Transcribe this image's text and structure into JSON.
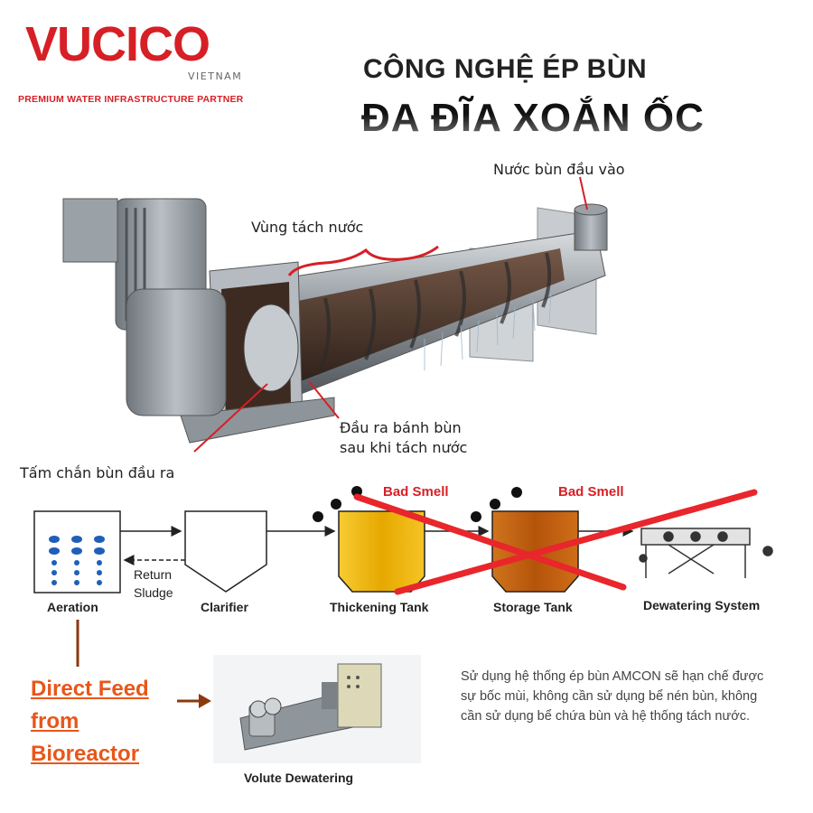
{
  "logo": {
    "brand": "VUCICO",
    "sub": "VIETNAM",
    "tagline": "PREMIUM WATER INFRASTRUCTURE PARTNER",
    "brand_color": "#d71f26"
  },
  "title": {
    "line1": "CÔNG NGHỆ ÉP BÙN",
    "line2": "ĐA ĐĨA XOẮN ỐC"
  },
  "machine": {
    "label_inlet": "Nước bùn đầu vào",
    "label_separation": "Vùng tách nước",
    "label_outlet_line1": "Đầu ra bánh bùn",
    "label_outlet_line2": "sau khi tách nước",
    "label_plate": "Tấm chắn bùn đầu ra",
    "accent_color": "#d71f26"
  },
  "process": {
    "aeration": "Aeration",
    "return_line1": "Return",
    "return_line2": "Sludge",
    "clarifier": "Clarifier",
    "thickening": "Thickening Tank",
    "storage": "Storage Tank",
    "dewatering": "Dewatering System",
    "bad_smell_1": "Bad Smell",
    "bad_smell_2": "Bad Smell",
    "thickening_color": "#f2b705",
    "storage_color": "#c8610d",
    "cross_color": "#e8262b"
  },
  "bottom": {
    "direct_feed_1": "Direct Feed",
    "direct_feed_2": "from",
    "direct_feed_3": "Bioreactor",
    "volute_caption": "Volute Dewatering",
    "description": "Sử dụng hệ thống ép bùn AMCON sẽ hạn chế được sự bốc mùi, không cần sử dụng bể nén bùn, không cần sử dụng bể chứa bùn và hệ thống tách nước.",
    "feed_color": "#e8561a",
    "connector_color": "#8b3a0e"
  }
}
